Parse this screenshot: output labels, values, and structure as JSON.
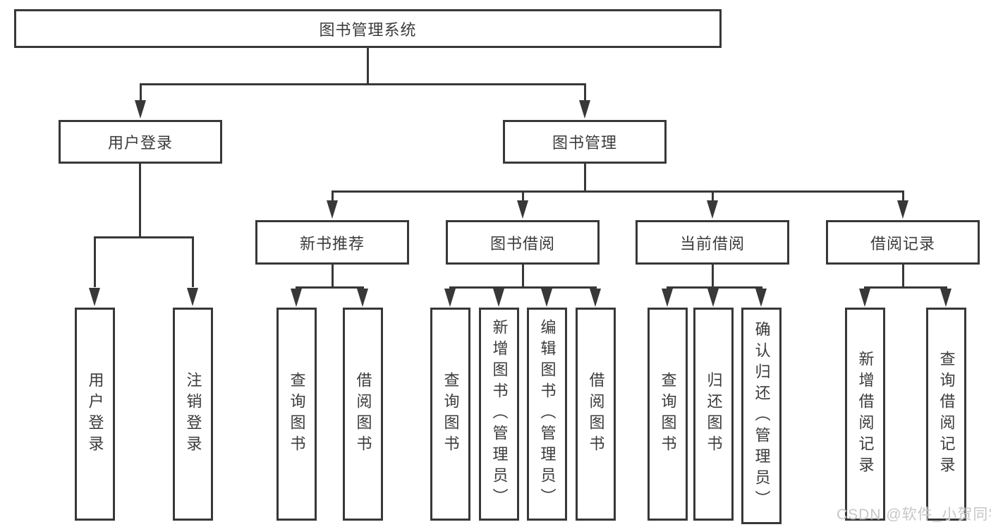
{
  "tree": {
    "root": {
      "label": "图书管理系统",
      "children": [
        {
          "label": "用户登录",
          "children": [
            {
              "label": "用户登录"
            },
            {
              "label": "注销登录"
            }
          ]
        },
        {
          "label": "图书管理",
          "children": [
            {
              "label": "新书推荐",
              "children": [
                {
                  "label": "查询图书"
                },
                {
                  "label": "借阅图书"
                }
              ]
            },
            {
              "label": "图书借阅",
              "children": [
                {
                  "label": "查询图书"
                },
                {
                  "label": "新增图书（管理员）"
                },
                {
                  "label": "编辑图书（管理员）"
                },
                {
                  "label": "借阅图书"
                }
              ]
            },
            {
              "label": "当前借阅",
              "children": [
                {
                  "label": "查询图书"
                },
                {
                  "label": "归还图书"
                },
                {
                  "label": "确认归还（管理员）"
                }
              ]
            },
            {
              "label": "借阅记录",
              "children": [
                {
                  "label": "新增借阅记录"
                },
                {
                  "label": "查询借阅记录"
                }
              ]
            }
          ]
        }
      ]
    }
  },
  "watermark": {
    "text": "CSDN @软件_小贺同学"
  },
  "colors": {
    "line": "#383838",
    "text": "#3b3b3b",
    "background": "#ffffff",
    "watermark": "#c6c6c6"
  }
}
